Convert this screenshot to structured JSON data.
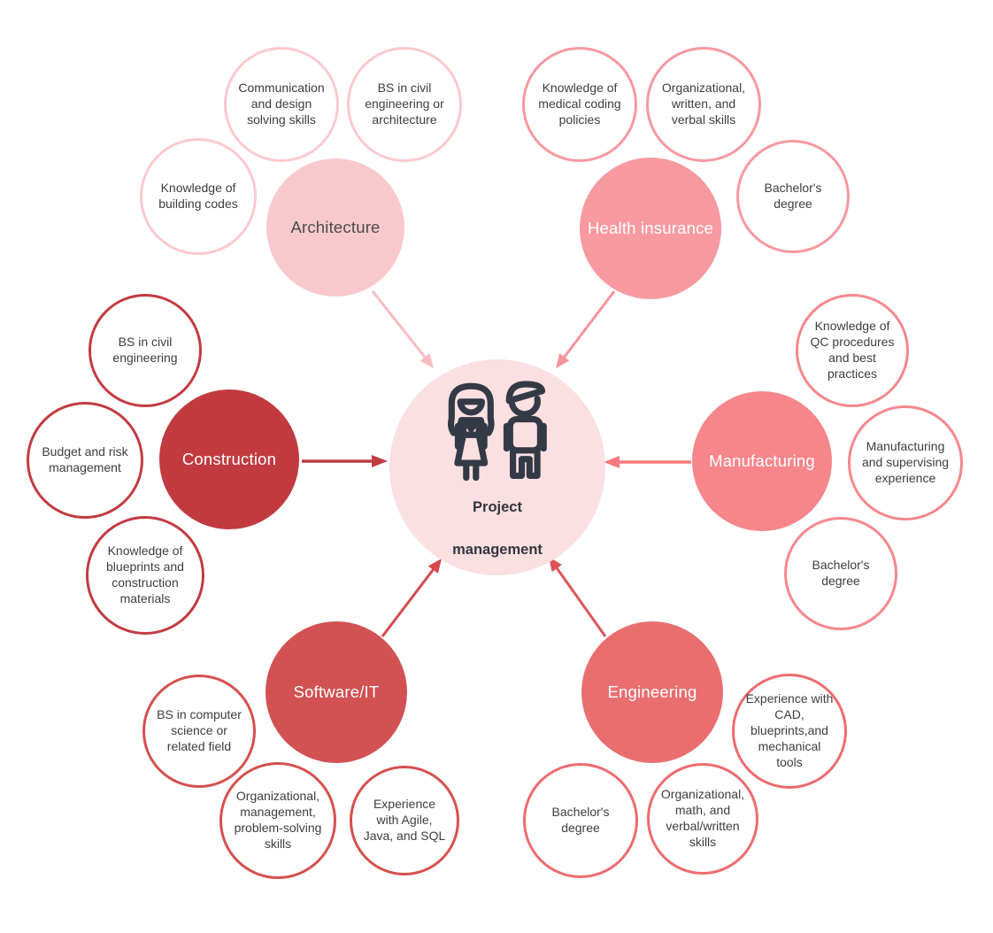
{
  "diagram_title": "Project management",
  "center": {
    "label_line1": "Project",
    "label_line2": "management",
    "fill": "#fbdfe1",
    "text_color": "#33363c",
    "icon": "woman-man-icon",
    "icon_color": "#333a45"
  },
  "branches": [
    {
      "label": "Architecture",
      "fill": "#f8c9cc",
      "label_color": "#4b4b4b",
      "ring_color": "#fbc9cd",
      "arrow_color": "#f8bcc0",
      "satellites": [
        "Knowledge of building codes",
        "Communication and design solving skills",
        "BS in civil engineering or architecture"
      ]
    },
    {
      "label": "Health insurance",
      "fill": "#f79aa0",
      "label_color": "#ffffff",
      "ring_color": "#f8989f",
      "arrow_color": "#f7939a",
      "satellites": [
        "Knowledge of medical coding policies",
        "Organizational, written, and verbal skills",
        "Bachelor's degree"
      ]
    },
    {
      "label": "Construction",
      "fill": "#c13a40",
      "label_color": "#ffffff",
      "ring_color": "#c23b41",
      "arrow_color": "#c23b41",
      "satellites": [
        "BS in civil engineering",
        "Budget and risk management",
        "Knowledge of blueprints and construction materials"
      ]
    },
    {
      "label": "Manufacturing",
      "fill": "#f6868b",
      "label_color": "#ffffff",
      "ring_color": "#f6878c",
      "arrow_color": "#f5797e",
      "satellites": [
        "Knowledge of QC procedures and best practices",
        "Manufacturing and supervising experience",
        "Bachelor's degree"
      ]
    },
    {
      "label": "Software/IT",
      "fill": "#d25152",
      "label_color": "#ffffff",
      "ring_color": "#d5504f",
      "arrow_color": "#d6494f",
      "satellites": [
        "BS in computer science or related field",
        "Organizational, management, problem-solving skills",
        "Experience with Agile, Java, and SQL"
      ]
    },
    {
      "label": "Engineering",
      "fill": "#e96e70",
      "label_color": "#ffffff",
      "ring_color": "#ee6b6f",
      "arrow_color": "#dc545a",
      "satellites": [
        "Bachelor's degree",
        "Organizational, math, and verbal/written skills",
        "Experience with CAD, blueprints,and mechanical tools"
      ]
    }
  ]
}
